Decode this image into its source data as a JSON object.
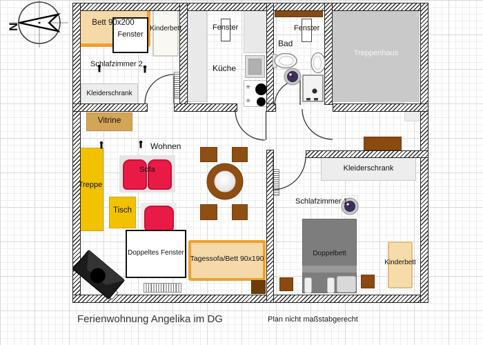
{
  "title": "Ferienwohnung Angelika im DG",
  "note": "Plan nicht maßstabgerecht",
  "compass": {
    "north": "N"
  },
  "schlafzimmer2": {
    "name": "Schlafzimmer 2",
    "bed_label": "Bett 90x200",
    "window_label": "Fenster",
    "kinderbett_label": "Kinderbett",
    "wardrobe_label": "Kleiderschrank"
  },
  "kueche": {
    "name": "Küche",
    "window_label": "Fenster"
  },
  "bad": {
    "name": "Bad",
    "window_label": "Fenster"
  },
  "treppenhaus": {
    "name": "Treppenhaus"
  },
  "wohnzimmer": {
    "name": "Wohnen",
    "vitrine_label": "Vitrine",
    "treppe_label": "Treppe",
    "sofa_label": "Sofa",
    "tisch_label": "Tisch",
    "double_window_label": "Doppeltes Fenster",
    "daybed_label": "Tagessofa/Bett 90x190"
  },
  "schlafzimmer1": {
    "name": "Schlafzimmer 1",
    "wardrobe_label": "Kleiderschrank",
    "bed_label": "Doppelbett",
    "kinderbett_label": "Kinderbett"
  },
  "icons": {
    "stove_burner": "burner-icon",
    "stove_flame": "✳",
    "ceiling_lamp": "ceiling-lamp-icon",
    "person_marker": "person-marker-icon"
  },
  "colors": {
    "bed_frame_orange": "#efa02c",
    "bed_fill_tan": "#f6d9a8",
    "sofa_red": "#ea1a47",
    "stair_yellow": "#f2c200",
    "wood_brown": "#8a4a10",
    "vitrine_tan": "#d3a556",
    "stairwell_gray": "#c9c9c9",
    "double_bed_gray": "#7d7d7d"
  }
}
